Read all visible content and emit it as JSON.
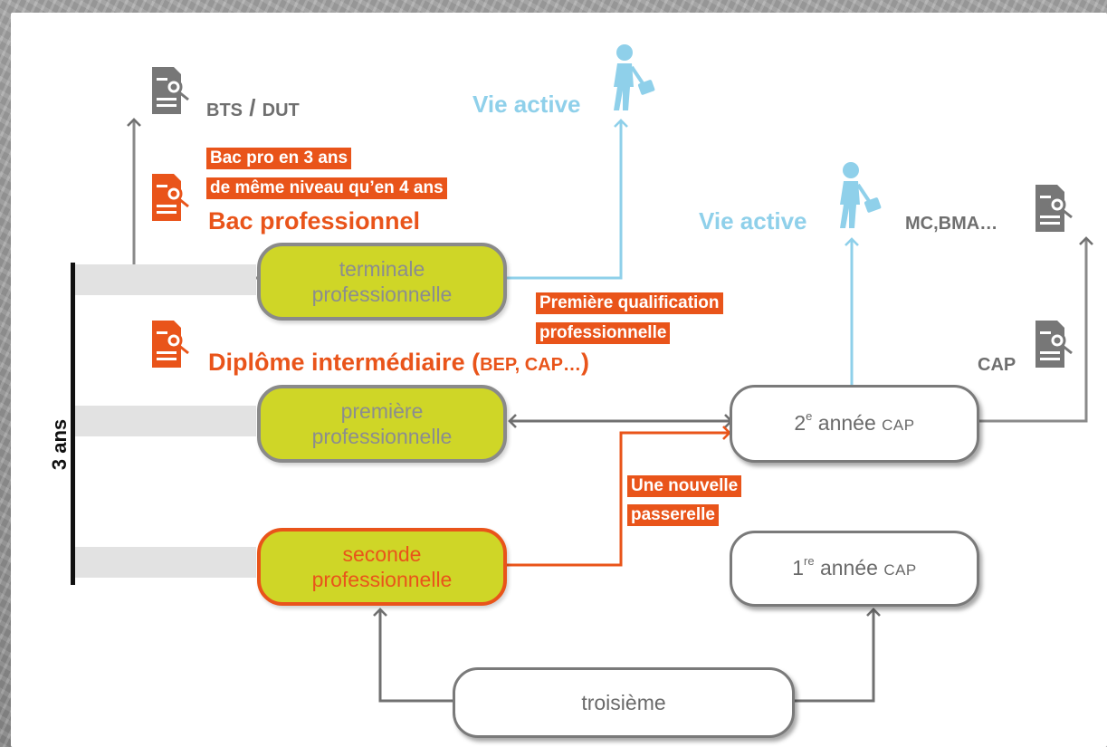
{
  "colors": {
    "accent_orange": "#e9541a",
    "lime": "#cfd627",
    "sky_blue": "#8fd0ea",
    "gray_text": "#6f6f6f"
  },
  "duration_label": "3 ans",
  "nodes": {
    "terminale": "terminale\nprofessionnelle",
    "premiere": "première\nprofessionnelle",
    "seconde": "seconde\nprofessionnelle",
    "troisieme": "troisième",
    "cap2": {
      "prefix": "2",
      "sup": "e",
      "middle": " année ",
      "suffix": "CAP"
    },
    "cap1": {
      "prefix": "1",
      "sup": "re",
      "middle": " année ",
      "suffix": "CAP"
    }
  },
  "outcomes": {
    "bts_dut": {
      "left": "BTS",
      "sep": " / ",
      "right": "DUT"
    },
    "vie_active_left": "Vie active",
    "vie_active_right": "Vie active",
    "mc_bma": "MC,BMA…",
    "cap": "CAP",
    "bac_pro": "Bac professionnel",
    "diplome": {
      "main": "Diplôme intermédiaire (",
      "small": "BEP, CAP…",
      "end": ")"
    }
  },
  "highlights": {
    "bac_pro_3ans_line1": "Bac pro en 3 ans",
    "bac_pro_3ans_line2": "de même niveau qu’en 4 ans",
    "premiere_qualif_line1": "Première qualification",
    "premiere_qualif_line2": "professionnelle",
    "passerelle_line1": "Une nouvelle",
    "passerelle_line2": "passerelle"
  },
  "icons": [
    "diploma-doc-icon",
    "person-briefcase-icon",
    "arrow-head-icon"
  ]
}
